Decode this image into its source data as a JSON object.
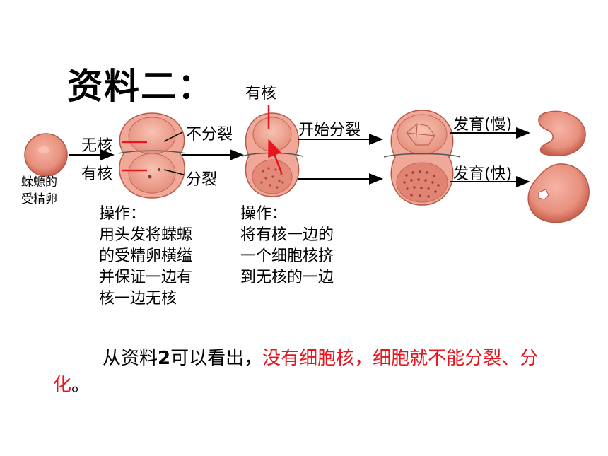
{
  "title": "资料二：",
  "labels": {
    "nucleus_top": "有核",
    "no_nucleus": "无核",
    "has_nucleus": "有核",
    "no_divide": "不分裂",
    "divide": "分裂",
    "start_divide": "开始分裂",
    "develop_slow": "发育(慢)",
    "develop_fast": "发育(快)",
    "egg_line1": "蝾螈的",
    "egg_line2": "受精卵"
  },
  "operation1": {
    "head": "操作：",
    "lines": [
      "用头发将蝾螈",
      "的受精卵横缢",
      "并保证一边有",
      "核一边无核"
    ]
  },
  "operation2": {
    "head": "操作：",
    "lines": [
      "将有核一边的",
      "一个细胞核挤",
      "到无核的一边"
    ]
  },
  "conclusion": {
    "prefix": "从资料",
    "number": "2",
    "middle": "可以看出，",
    "highlight_a": "没有细胞核，细胞就不",
    "highlight_b": "能分裂、分化",
    "suffix": "。"
  },
  "colors": {
    "highlight": "#e8141e",
    "egg_fill": "#e8907e",
    "egg_light": "#f5c8b8",
    "indicator_line": "#e8141e"
  }
}
